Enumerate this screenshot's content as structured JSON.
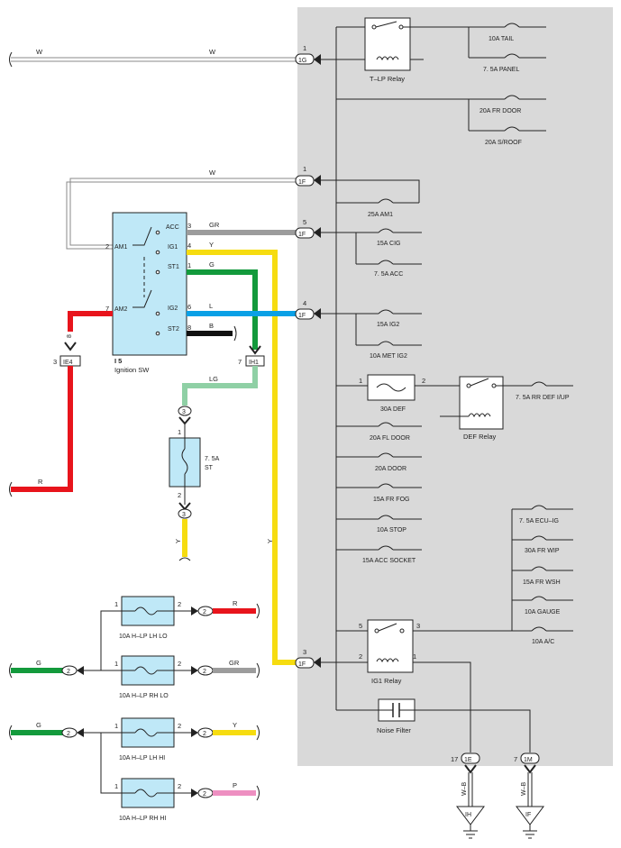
{
  "diagram": {
    "wires": {
      "w": "W",
      "gr": "GR",
      "y": "Y",
      "g": "G",
      "l": "L",
      "b": "B",
      "lg": "LG",
      "r": "R",
      "p": "P",
      "wb": "W–B",
      "b_vert": "B"
    },
    "colors": {
      "gray_panel": "#d9d9d9",
      "red": "#e8141c",
      "green": "#139a3c",
      "blue": "#0aa0e6",
      "yellow": "#f6dc10",
      "black": "#111111",
      "gray_wire": "#9c9c9c",
      "light_green": "#8fd0a5",
      "pink": "#ee8fc1",
      "box_fill": "#bfe8f7"
    },
    "connectors": {
      "c1g": "1G",
      "c1f": "1F",
      "c1e": "1E",
      "c1m": "1M",
      "ie4": "IE4",
      "ih1": "IH1",
      "c2": "2",
      "c3": "3"
    },
    "ground_labels": {
      "ih": "IH",
      "if": "IF"
    },
    "pins": {
      "p1": "1",
      "p2": "2",
      "p3": "3",
      "p4": "4",
      "p5": "5",
      "p6": "6",
      "p7": "7",
      "p8": "8",
      "p17": "17"
    },
    "switch": {
      "id": "I 5",
      "name": "Ignition SW",
      "acc": "ACC",
      "ig1": "IG1",
      "st1": "ST1",
      "ig2": "IG2",
      "st2": "ST2",
      "am1": "AM1",
      "am2": "AM2"
    },
    "fuses": {
      "tail": "10A TAIL",
      "panel": "7. 5A PANEL",
      "fr_door": "20A FR DOOR",
      "sroof": "20A S/ROOF",
      "am1": "25A AM1",
      "cig": "15A CIG",
      "acc": "7. 5A ACC",
      "ig2": "15A IG2",
      "met_ig2": "10A MET IG2",
      "def": "30A DEF",
      "rr_def": "7. 5A RR DEF I/UP",
      "fl_door": "20A FL DOOR",
      "door": "20A DOOR",
      "fr_fog": "15A FR FOG",
      "stop": "10A STOP",
      "acc_socket": "15A ACC SOCKET",
      "ecu_ig": "7. 5A ECU–IG",
      "fr_wip": "30A FR WIP",
      "fr_wsh": "15A FR WSH",
      "gauge": "10A GAUGE",
      "ac": "10A A/C",
      "st_amp": "7. 5A",
      "st_name": "ST",
      "hlp_lh_lo": "10A H–LP LH LO",
      "hlp_rh_lo": "10A H–LP RH LO",
      "hlp_lh_hi": "10A H–LP LH HI",
      "hlp_rh_hi": "10A H–LP RH HI"
    },
    "relays": {
      "tlp": "T–LP Relay",
      "def": "DEF Relay",
      "ig1": "IG1 Relay"
    },
    "noise_filter": "Noise Filter"
  }
}
